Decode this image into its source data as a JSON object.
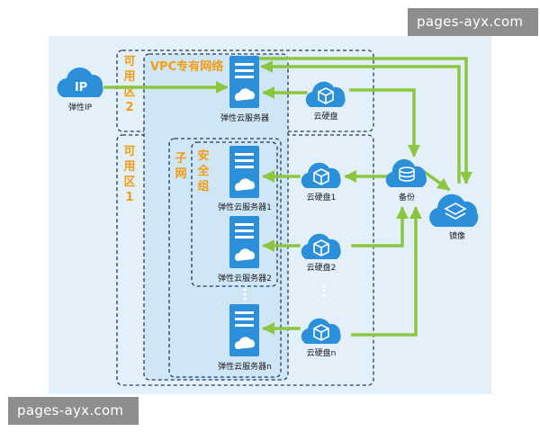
{
  "zones": {
    "zone2_label": [
      "可",
      "用",
      "区",
      "2"
    ],
    "zone1_label": [
      "可",
      "用",
      "区",
      "1"
    ]
  },
  "vpc_label": "VPC专有网络",
  "subnet_label": [
    "子",
    "网"
  ],
  "secgroup_label": [
    "安",
    "全",
    "组"
  ],
  "ip": {
    "badge": "IP",
    "caption": "弹性IP"
  },
  "servers": {
    "top": "弹性云服务器",
    "s1": "弹性云服务器1",
    "s2": "弹性云服务器2",
    "sn": "弹性云服务器n"
  },
  "disks": {
    "top": "云硬盘",
    "d1": "云硬盘1",
    "d2": "云硬盘2",
    "dn": "云硬盘n"
  },
  "backup": "备份",
  "mirror": "镜像",
  "watermarks": {
    "top": "pages-ayx.com",
    "bottom": "pages-ayx.com"
  },
  "colors": {
    "panel": "#e3f0fa",
    "vpc_fill": "#cfe6f6",
    "icon_blue": "#2b8fd9",
    "arrow_green": "#8cc63f",
    "label_orange": "#f39c12",
    "dash": "#1f3d5a"
  }
}
